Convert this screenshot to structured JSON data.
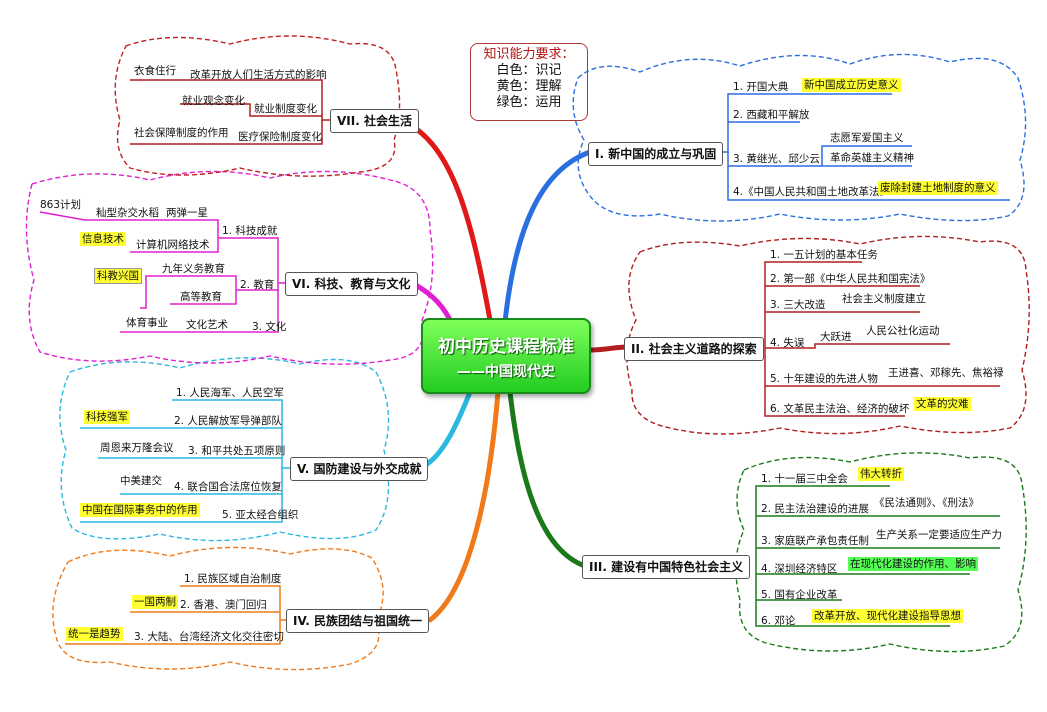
{
  "colors": {
    "yellow_highlight": "#ffff33",
    "green_highlight": "#55ff55",
    "branch_I": "#2a6fe0",
    "branch_II": "#b01e1e",
    "branch_III": "#1a7a1a",
    "branch_IV": "#f07a1a",
    "branch_V": "#2ab8e0",
    "branch_VI": "#e020d0",
    "branch_VII": "#e01818"
  },
  "center": {
    "line1": "初中历史课程标准",
    "line2": "——中国现代史"
  },
  "legend": {
    "title": "知识能力要求：",
    "items": [
      "白色：识记",
      "黄色：理解",
      "绿色：运用"
    ]
  },
  "branch_I": {
    "title": "I. 新中国的成立与巩固",
    "items": [
      "1. 开国大典",
      "2. 西藏和平解放",
      "3. 黄继光、邱少云",
      "4.《中国人民共和国土地改革法》"
    ],
    "notes": [
      "新中国成立历史意义",
      "志愿军爱国主义",
      "革命英雄主义精神",
      "废除封建土地制度的意义"
    ]
  },
  "branch_II": {
    "title": "II. 社会主义道路的探索",
    "items": [
      "1. 一五计划的基本任务",
      "2. 第一部《中华人民共和国宪法》",
      "3. 三大改造",
      "4. 失误",
      "5. 十年建设的先进人物",
      "6. 文革民主法治、经济的破坏"
    ],
    "notes": [
      "社会主义制度建立",
      "大跃进",
      "人民公社化运动",
      "王进喜、邓稼先、焦裕禄",
      "文革的灾难"
    ]
  },
  "branch_III": {
    "title": "III. 建设有中国特色社会主义",
    "items": [
      "1. 十一届三中全会",
      "2. 民主法治建设的进展",
      "3. 家庭联产承包责任制",
      "4. 深圳经济特区",
      "5. 国有企业改革",
      "6. 邓论"
    ],
    "notes": [
      "伟大转折",
      "《民法通则》、《刑法》",
      "生产关系一定要适应生产力",
      "在现代化建设的作用、影响",
      "改革开放、现代化建设指导思想"
    ]
  },
  "branch_IV": {
    "title": "IV. 民族团结与祖国统一",
    "items": [
      "1. 民族区域自治制度",
      "2. 香港、澳门回归",
      "3. 大陆、台湾经济文化交往密切"
    ],
    "notes": [
      "一国两制",
      "统一是趋势"
    ]
  },
  "branch_V": {
    "title": "V. 国防建设与外交成就",
    "items": [
      "1. 人民海军、人民空军",
      "2. 人民解放军导弹部队",
      "3. 和平共处五项原则",
      "4. 联合国合法席位恢复",
      "5. 亚太经合组织"
    ],
    "notes": [
      "科技强军",
      "周恩来万隆会议",
      "中美建交",
      "中国在国际事务中的作用"
    ]
  },
  "branch_VI": {
    "title": "VI. 科技、教育与文化",
    "items": [
      "1. 科技成就",
      "2. 教育",
      "3. 文化"
    ],
    "notes": [
      "863计划",
      "籼型杂交水稻",
      "两弹一星",
      "信息技术",
      "计算机网络技术",
      "科教兴国",
      "九年义务教育",
      "高等教育",
      "体育事业",
      "文化艺术"
    ]
  },
  "branch_VII": {
    "title": "VII. 社会生活",
    "notes": [
      "衣食住行",
      "改革开放人们生活方式的影响",
      "就业观念变化",
      "就业制度变化",
      "社会保障制度的作用",
      "医疗保险制度变化"
    ]
  }
}
